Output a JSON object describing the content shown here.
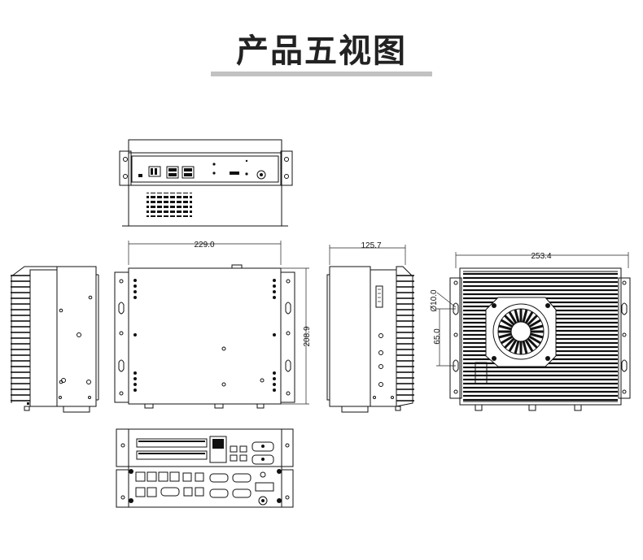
{
  "page": {
    "title": "产品五视图"
  },
  "dimensions": {
    "front_width": "229.0",
    "front_height": "208.9",
    "side_width": "125.7",
    "top_width": "253.4",
    "hole_diameter": "Ø10.0",
    "hole_spacing": "65.0"
  },
  "colors": {
    "line": "#111111",
    "title_bar": "#c2c2c2",
    "title_text": "#222222"
  }
}
